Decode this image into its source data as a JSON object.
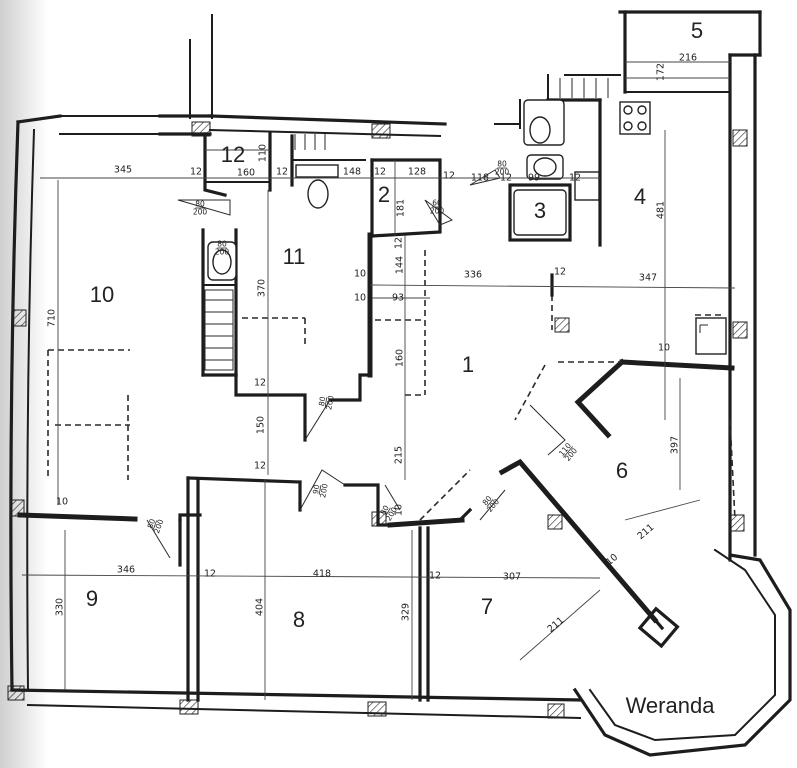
{
  "rooms": [
    {
      "id": "1",
      "label": "1"
    },
    {
      "id": "2",
      "label": "2"
    },
    {
      "id": "3",
      "label": "3"
    },
    {
      "id": "4",
      "label": "4"
    },
    {
      "id": "5",
      "label": "5"
    },
    {
      "id": "6",
      "label": "6"
    },
    {
      "id": "7",
      "label": "7"
    },
    {
      "id": "8",
      "label": "8"
    },
    {
      "id": "9",
      "label": "9"
    },
    {
      "id": "10",
      "label": "10"
    },
    {
      "id": "11",
      "label": "11"
    },
    {
      "id": "12",
      "label": "12"
    }
  ],
  "veranda_label": "Weranda",
  "dimensions": {
    "d_345": "345",
    "d_12_a": "12",
    "d_160": "160",
    "d_110": "110",
    "d_12_b": "12",
    "d_148": "148",
    "d_12_c": "12",
    "d_128": "128",
    "d_12_d": "12",
    "d_118": "118",
    "d_12_e": "12",
    "d_99": "99",
    "d_12_f": "12",
    "d_216": "216",
    "d_172": "172",
    "d_481": "481",
    "d_181": "181",
    "d_710": "710",
    "d_370": "370",
    "d_10_a": "10",
    "d_144": "144",
    "d_12_g": "12",
    "d_336": "336",
    "d_12_h": "12",
    "d_347": "347",
    "d_10_b": "10",
    "d_93": "93",
    "d_160_b": "160",
    "d_10_c": "10",
    "d_12_i": "12",
    "d_150": "150",
    "d_12_j": "12",
    "d_215": "215",
    "d_397": "397",
    "d_10_d": "10",
    "d_10_e": "10",
    "d_211_a": "211",
    "d_10_f": "10",
    "d_211_b": "211",
    "d_346": "346",
    "d_12_k": "12",
    "d_418": "418",
    "d_12_l": "12",
    "d_307": "307",
    "d_330": "330",
    "d_404": "404",
    "d_329": "329"
  },
  "doors": {
    "door_80_200_a": "80\n200",
    "door_80_200_b": "80\n200",
    "door_60_200": "60\n200",
    "door_80_200_c": "80\n200",
    "door_80_200_d": "80\n200",
    "door_80_200_e": "80\n200",
    "door_90_200": "90\n200",
    "door_110_200": "110\n200",
    "door_80_200_f": "80\n200",
    "door_80_200_g": "80\n200"
  },
  "colors": {
    "ink": "#1d1d1d",
    "paper": "#ffffff"
  }
}
